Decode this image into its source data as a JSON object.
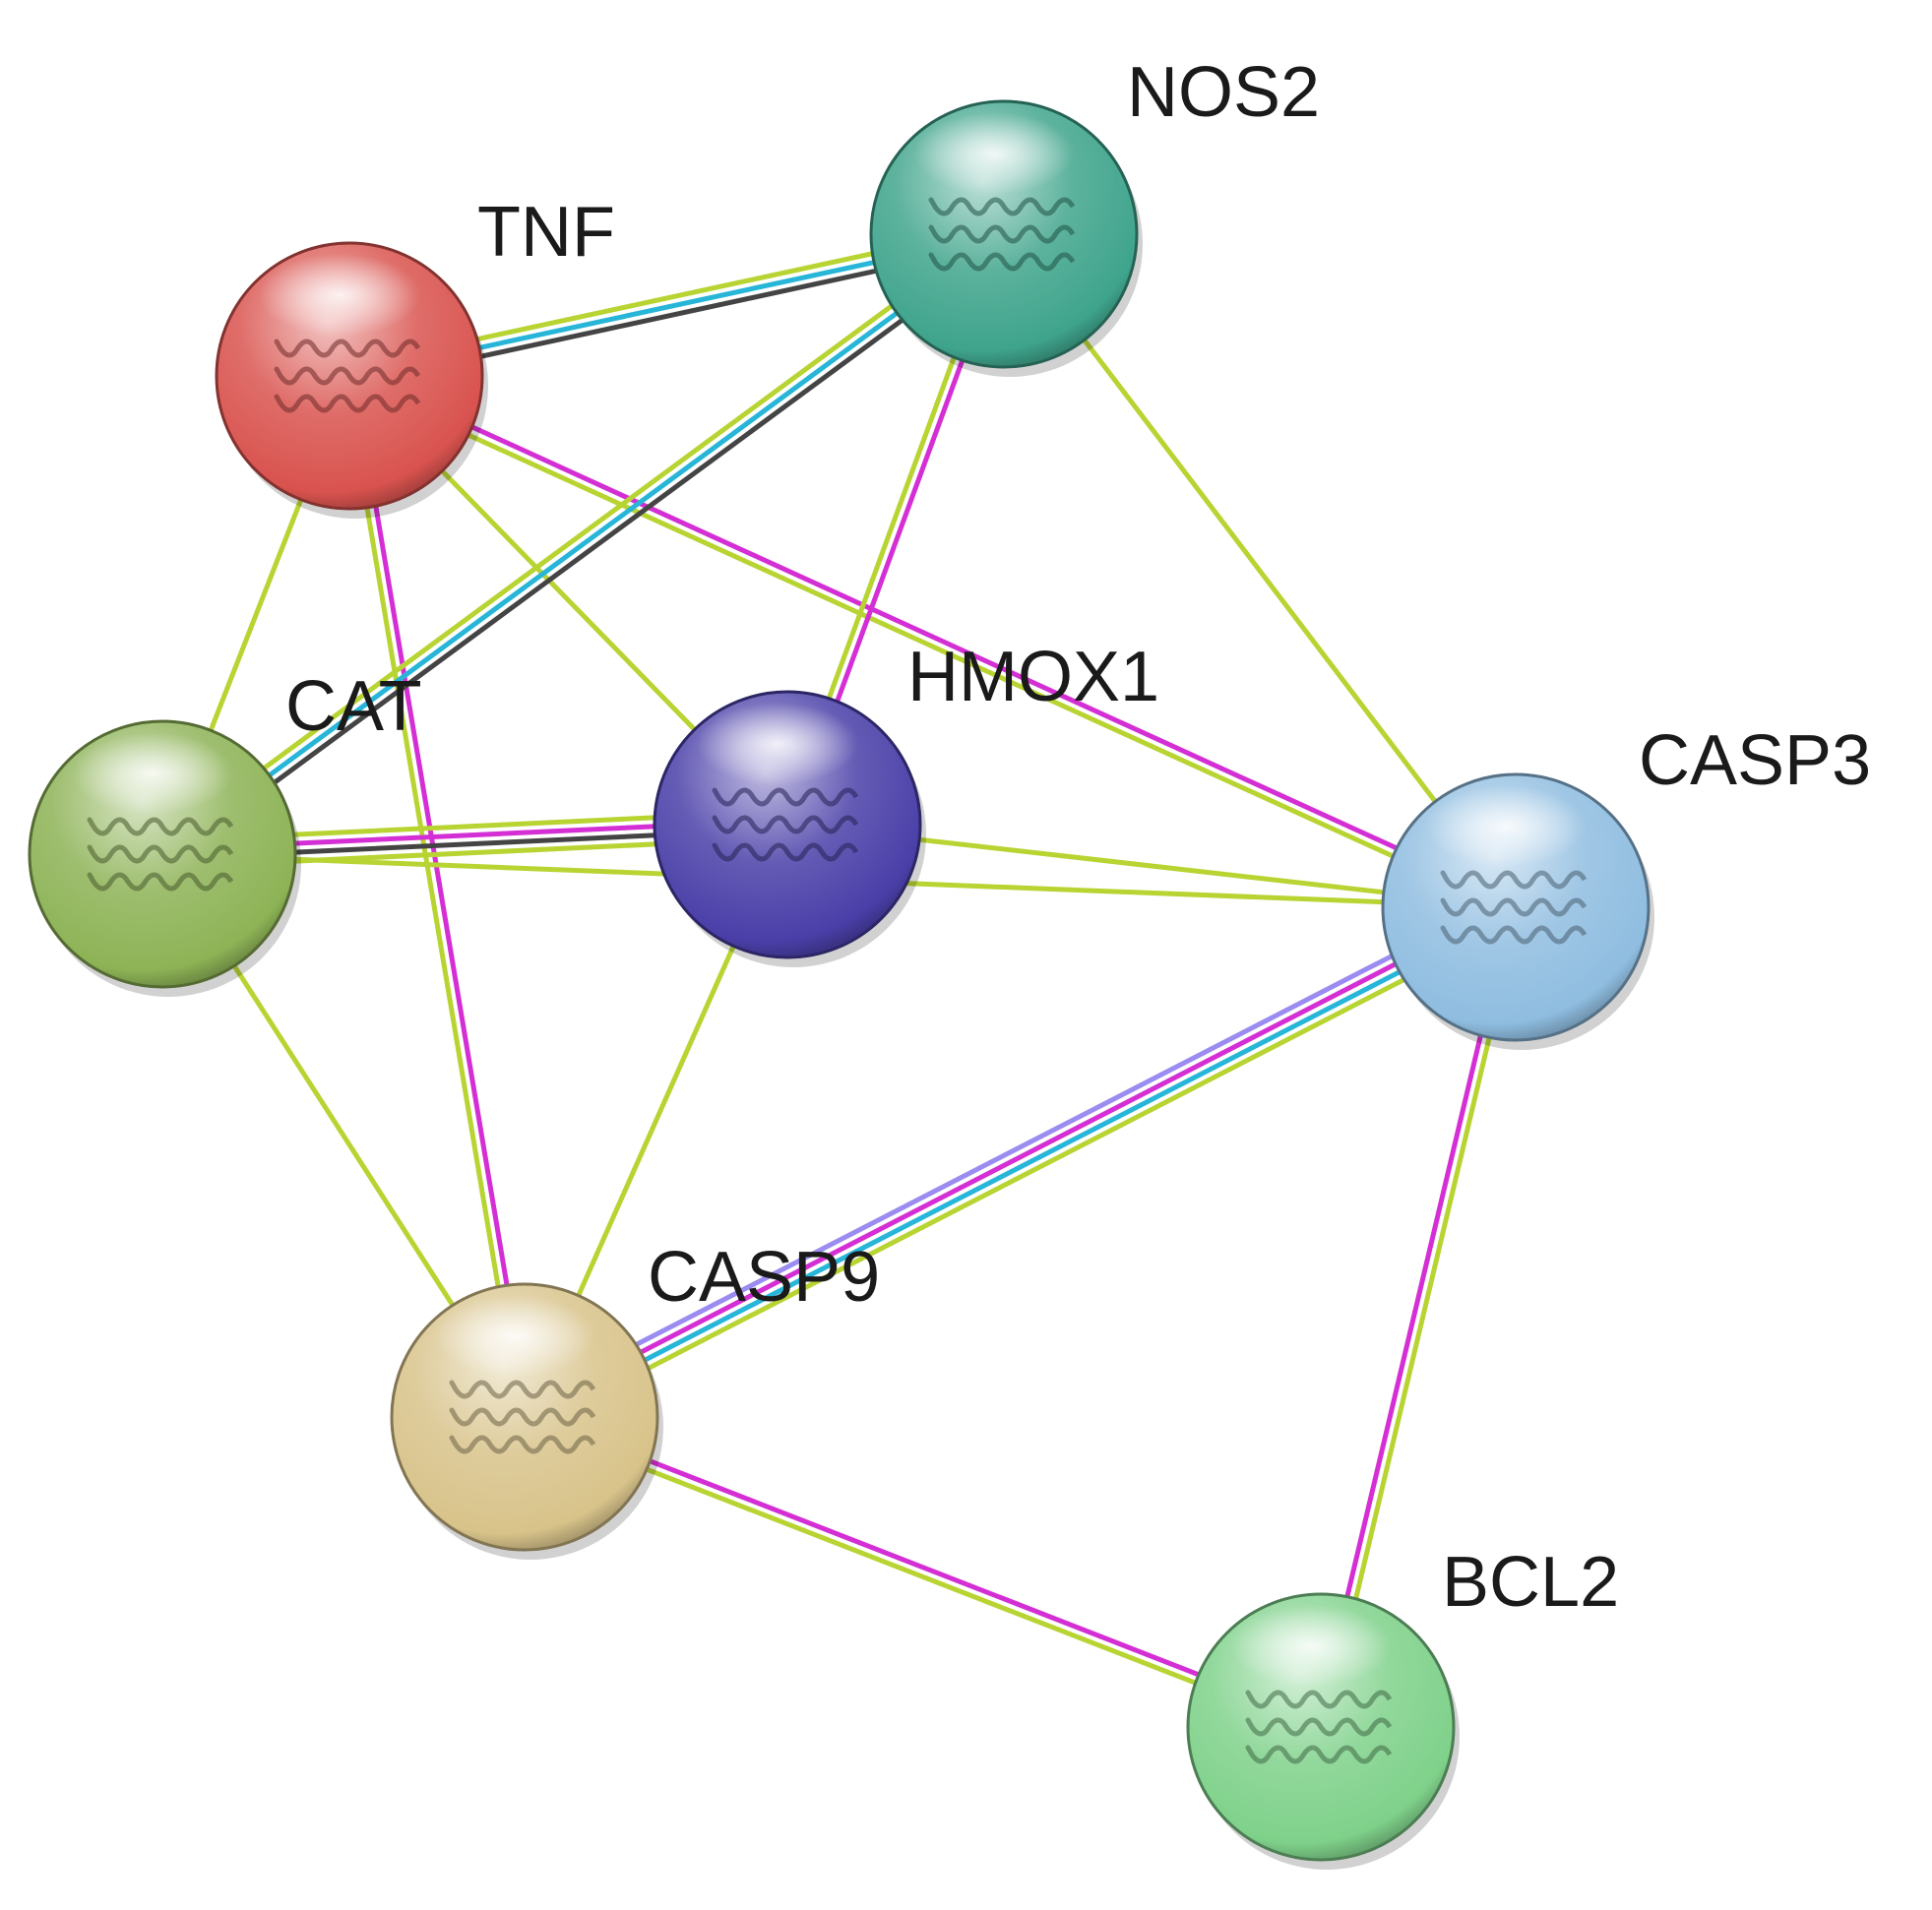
{
  "diagram": {
    "type": "protein-interaction-network",
    "nodes": [
      {
        "id": "TNF",
        "label": "TNF",
        "color": "#d9534f",
        "structure_icon": "protein-structure-icon"
      },
      {
        "id": "NOS2",
        "label": "NOS2",
        "color": "#3fa48c",
        "structure_icon": "protein-helix-icon"
      },
      {
        "id": "CAT",
        "label": "CAT",
        "color": "#8db356",
        "structure_icon": "protein-structure-icon"
      },
      {
        "id": "HMOX1",
        "label": "HMOX1",
        "color": "#4a3fa8",
        "structure_icon": "protein-structure-icon"
      },
      {
        "id": "CASP3",
        "label": "CASP3",
        "color": "#8fbde0",
        "structure_icon": "protein-structure-icon"
      },
      {
        "id": "CASP9",
        "label": "CASP9",
        "color": "#d8c38a",
        "structure_icon": "protein-structure-icon"
      },
      {
        "id": "BCL2",
        "label": "BCL2",
        "color": "#7fd18a",
        "structure_icon": "protein-structure-icon"
      }
    ],
    "edge_colors": {
      "yellowgreen": "#b8d432",
      "cyan": "#27b5d8",
      "black": "#444444",
      "magenta": "#d42fd4",
      "lavender": "#9a8cf0"
    },
    "edges": [
      {
        "source": "TNF",
        "target": "NOS2",
        "colors": [
          "yellowgreen",
          "cyan",
          "black"
        ]
      },
      {
        "source": "TNF",
        "target": "CAT",
        "colors": [
          "yellowgreen"
        ]
      },
      {
        "source": "TNF",
        "target": "HMOX1",
        "colors": [
          "yellowgreen"
        ]
      },
      {
        "source": "TNF",
        "target": "CASP3",
        "colors": [
          "magenta",
          "yellowgreen"
        ]
      },
      {
        "source": "TNF",
        "target": "CASP9",
        "colors": [
          "magenta",
          "yellowgreen"
        ]
      },
      {
        "source": "NOS2",
        "target": "CAT",
        "colors": [
          "black",
          "cyan",
          "yellowgreen"
        ]
      },
      {
        "source": "NOS2",
        "target": "HMOX1",
        "colors": [
          "magenta",
          "yellowgreen"
        ]
      },
      {
        "source": "NOS2",
        "target": "CASP3",
        "colors": [
          "yellowgreen"
        ]
      },
      {
        "source": "CAT",
        "target": "HMOX1",
        "colors": [
          "yellowgreen",
          "magenta",
          "black",
          "yellowgreen"
        ]
      },
      {
        "source": "CAT",
        "target": "CASP3",
        "colors": [
          "yellowgreen"
        ]
      },
      {
        "source": "CAT",
        "target": "CASP9",
        "colors": [
          "yellowgreen"
        ]
      },
      {
        "source": "HMOX1",
        "target": "CASP3",
        "colors": [
          "yellowgreen"
        ]
      },
      {
        "source": "HMOX1",
        "target": "CASP9",
        "colors": [
          "yellowgreen"
        ]
      },
      {
        "source": "CASP3",
        "target": "CASP9",
        "colors": [
          "yellowgreen",
          "cyan",
          "magenta",
          "lavender"
        ]
      },
      {
        "source": "CASP3",
        "target": "BCL2",
        "colors": [
          "yellowgreen",
          "magenta"
        ]
      },
      {
        "source": "CASP9",
        "target": "BCL2",
        "colors": [
          "magenta",
          "yellowgreen"
        ]
      }
    ]
  }
}
